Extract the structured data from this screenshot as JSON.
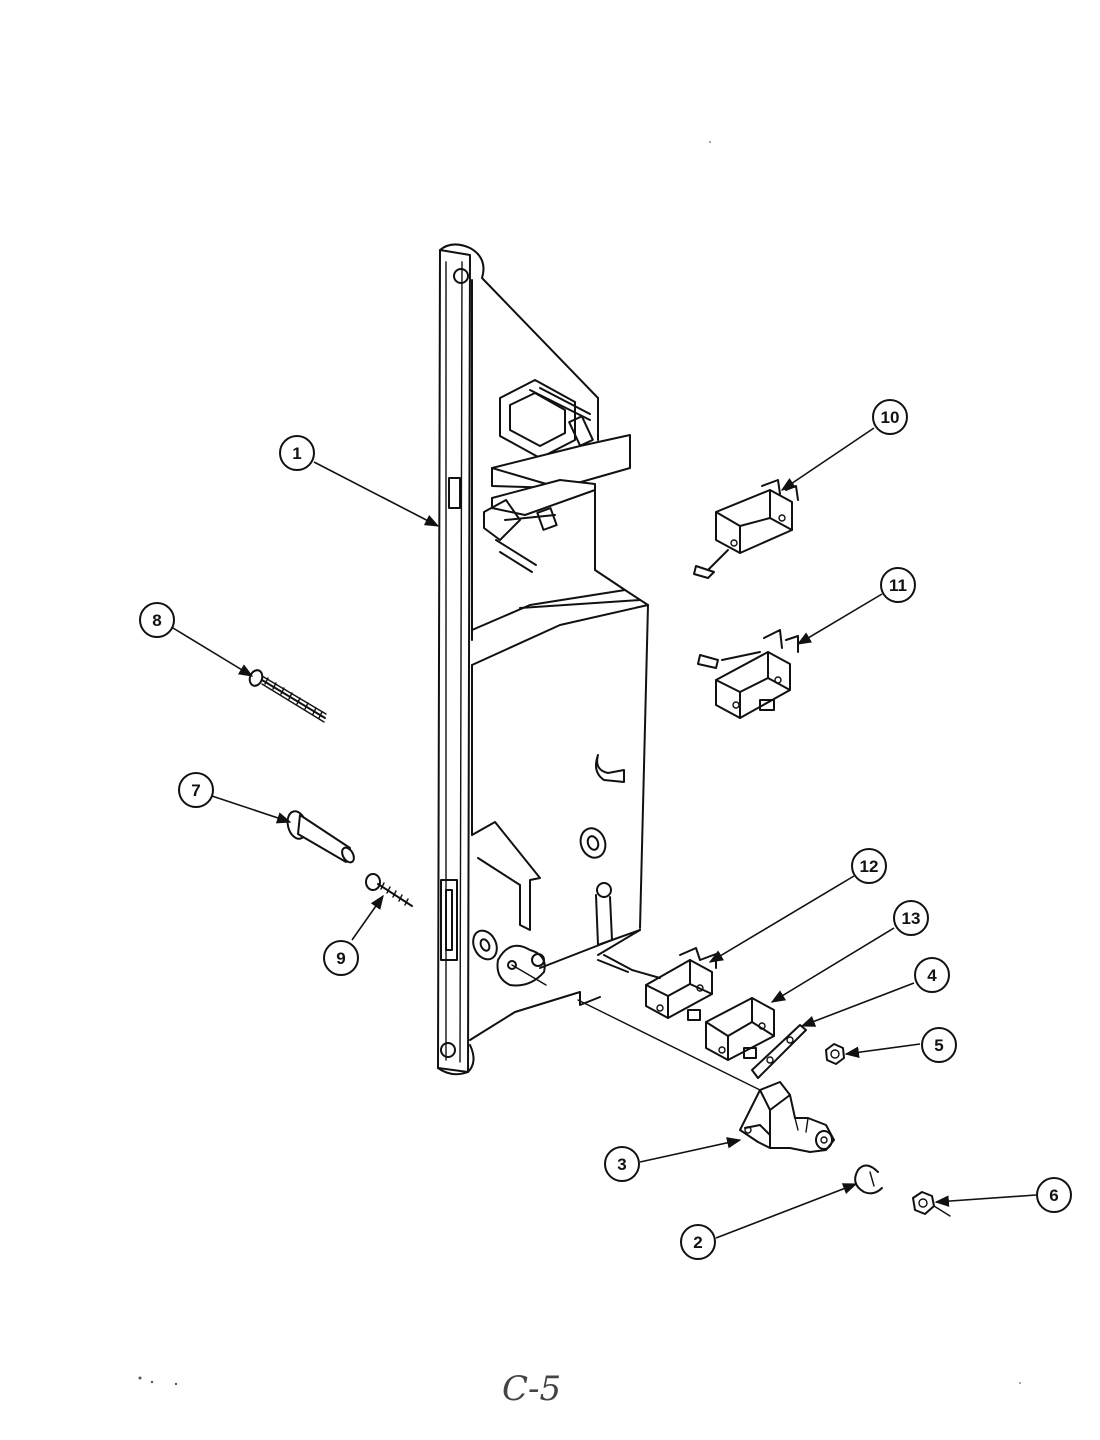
{
  "callouts": [
    {
      "id": "1",
      "label": "1"
    },
    {
      "id": "2",
      "label": "2"
    },
    {
      "id": "3",
      "label": "3"
    },
    {
      "id": "4",
      "label": "4"
    },
    {
      "id": "5",
      "label": "5"
    },
    {
      "id": "6",
      "label": "6"
    },
    {
      "id": "7",
      "label": "7"
    },
    {
      "id": "8",
      "label": "8"
    },
    {
      "id": "9",
      "label": "9"
    },
    {
      "id": "10",
      "label": "10"
    },
    {
      "id": "11",
      "label": "11"
    },
    {
      "id": "12",
      "label": "12"
    },
    {
      "id": "13",
      "label": "13"
    }
  ],
  "page_mark": "C-5"
}
